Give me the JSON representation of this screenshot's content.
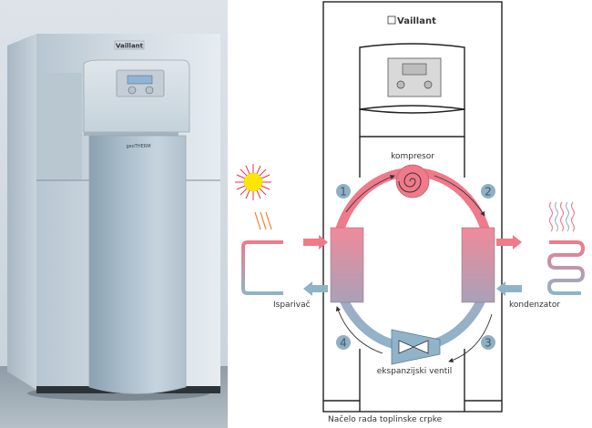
{
  "photo": {
    "brand": "Vaillant",
    "model": "geoTHERM"
  },
  "diagram": {
    "brand": "Vaillant",
    "caption": "Načelo rada toplinske crpke",
    "labels": {
      "compressor": "kompresor",
      "evaporator": "Isparivač",
      "condenser": "kondenzator",
      "expansion_valve": "ekspanzijski ventil"
    },
    "steps": [
      "1",
      "2",
      "3",
      "4"
    ],
    "icons": [
      "sun-icon",
      "heat-waves-icon",
      "compressor-icon",
      "expansion-valve-icon"
    ],
    "colors": {
      "hot": "#f07a8a",
      "cold": "#8fb3c9",
      "step_badge": "#8fb0c4",
      "sun": "#ffe600",
      "sun_rays": "#e8324a"
    }
  }
}
